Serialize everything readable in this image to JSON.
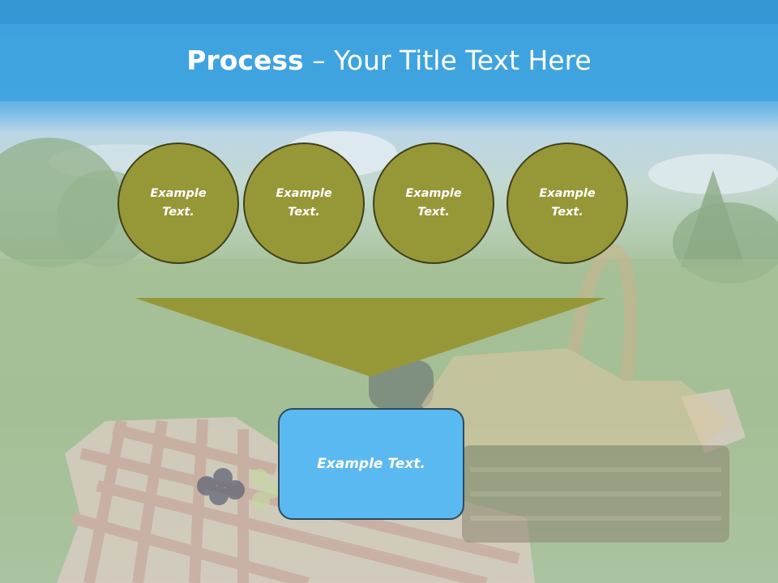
{
  "slide": {
    "title_bold": "Process",
    "title_rest": " – Your Title Text Here"
  },
  "steps": [
    {
      "label": "Example Text."
    },
    {
      "label": "Example Text."
    },
    {
      "label": "Example Text."
    },
    {
      "label": "Example Text."
    }
  ],
  "result": {
    "label": "Example Text."
  },
  "colors": {
    "circle_fill": "#969838",
    "circle_border": "#3f4119",
    "funnel_fill": "#969838",
    "result_fill": "#5bb9f1",
    "header_blue": "#3fa3e0"
  }
}
